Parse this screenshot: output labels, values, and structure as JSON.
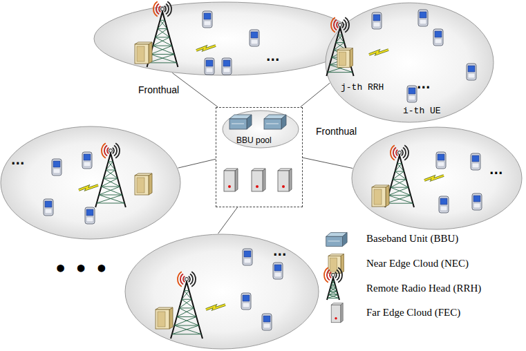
{
  "diagram": {
    "nodes": [
      {
        "text": [
          "..."
        ]
      },
      {
        "text": [
          "j-th RRH",
          "i-th UE",
          "..."
        ]
      },
      {
        "text": [
          "..."
        ]
      },
      {
        "text": []
      },
      {
        "text": [
          "BBU pool"
        ],
        "in": 3
      },
      {
        "text": [
          "..."
        ]
      },
      {
        "text": [
          "..."
        ]
      }
    ],
    "edges": [
      {
        "from": 3,
        "to": 0,
        "arrow": "none",
        "label": "Fronthual"
      },
      {
        "from": 3,
        "to": 1,
        "arrow": "none"
      },
      {
        "from": 3,
        "to": 2,
        "arrow": "none"
      },
      {
        "from": 3,
        "to": 5,
        "arrow": "none",
        "label": "Fronthual"
      },
      {
        "from": 3,
        "to": 6,
        "arrow": "none"
      }
    ],
    "labels": [
      "• • •"
    ],
    "legend": [
      {
        "text": "Baseband Unit (BBU)"
      },
      {
        "text": "Near Edge Cloud (NEC)"
      },
      {
        "text": "Remote Radio Head (RRH)"
      },
      {
        "text": "Far Edge Cloud (FEC)"
      }
    ]
  }
}
